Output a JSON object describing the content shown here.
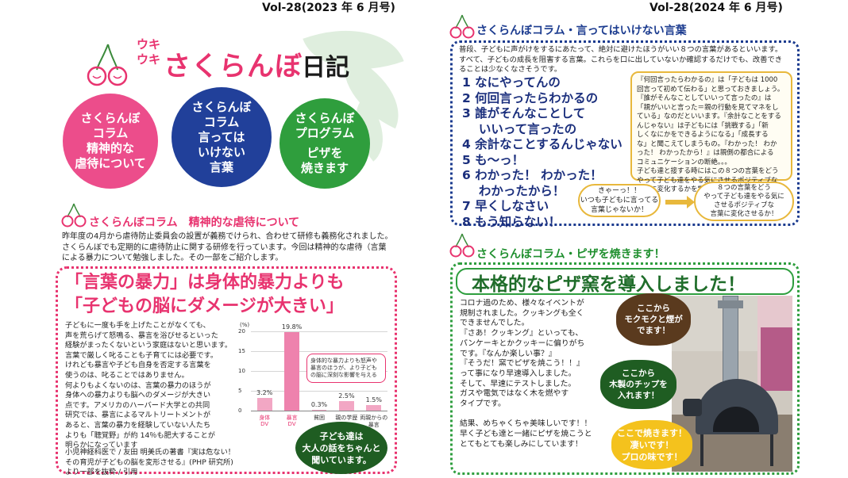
{
  "left": {
    "vol": "Vol-28(2023 年 6 月号)",
    "logo": {
      "small_1": "ウキ",
      "small_2": "ウキ",
      "main": "さくらんぼ",
      "kanji": "日記"
    },
    "circles": [
      {
        "lines": [
          "さくらんぼ",
          "コラム",
          "精神的な",
          "虐待について"
        ],
        "color": "#ec4d8b"
      },
      {
        "lines": [
          "さくらんぼ",
          "コラム",
          "言っては",
          "いけない",
          "言葉"
        ],
        "color": "#21409a"
      },
      {
        "lines": [
          "さくらんぼ",
          "プログラム",
          "",
          "ピザを",
          "焼きます"
        ],
        "color": "#2f9e3d"
      }
    ],
    "section_title": "さくらんぼコラム　精神的な虐待について",
    "intro": [
      "昨年度の4月から虐待防止委員会の設置が義務でけられ、合わせて研修も義務化されました。",
      "さくらんぼでも定期的に虐待防止に関する研修を行っています。今回は精神的な虐待（言葉",
      "による暴力について勉強しました。その一部をご紹介します。"
    ],
    "headline": [
      "「言葉の暴力」は身体的暴力よりも",
      "「子どもの脳にダメージが大きい」"
    ],
    "article": [
      "子どもに一度も手を上げたことがなくても、",
      "声を荒らげて怒鳴る、暴言を浴びせるといった",
      "経験がまったくないという家庭はないと思います。",
      "言葉で厳しく叱ることも子育てには必要です。",
      "けれども暴言や子ども自身を否定する言葉を",
      "使うのは、叱ることではありません。",
      "何よりもよくないのは、言葉の暴力のほうが",
      "身体への暴力よりも脳へのダメージが大きい",
      "点です。アメリカのハーバード大学との共同",
      "研究では、暴言によるマルトリートメントが",
      "あると、言葉の暴力を経験していない人たち",
      "よりも「聴覚野」が約 14％も肥大することが",
      "明らかになっています"
    ],
    "source": [
      "小児神経科医で / 友田 明美氏の著書『実は危ない！",
      "その育児が子どもの脳を変形させる』(PHP 研究所)",
      "より一部を抜粋 / 引用"
    ],
    "speech": [
      "子ども達は",
      "大人の話をちゃんと",
      "聞いています。"
    ],
    "chart_note": [
      "身体的な暴力よりも怒声や",
      "暴言のほうが、より子ども",
      "の脳に深刻な影響を与える"
    ]
  },
  "chart_data": {
    "type": "bar",
    "categories": [
      "身体DV",
      "暴言DV",
      "貧困",
      "親の学歴",
      "両親からの暴言"
    ],
    "category_lines": [
      [
        "身体",
        "DV"
      ],
      [
        "暴言",
        "DV"
      ],
      [
        "貧困"
      ],
      [
        "親の学歴"
      ],
      [
        "両親からの",
        "暴言"
      ]
    ],
    "values": [
      3.2,
      19.8,
      0.3,
      2.5,
      1.5
    ],
    "value_labels": [
      "3.2%",
      "19.8%",
      "0.3%",
      "2.5%",
      "1.5%"
    ],
    "ylabel": "(%)",
    "yticks": [
      "20",
      "15",
      "10",
      "5",
      "0"
    ],
    "ylim": [
      0,
      20
    ]
  },
  "right": {
    "vol": "Vol-28(2024 年 6 月号)",
    "section_title": "さくらんぼコラム・言ってはいけない言葉",
    "intro": [
      "普段、子どもに声がけをするにあたって、絶対に避けたほうがいい８つの言葉があるといいます。",
      "すべて、子どもの成長を阻害する言葉。これらを口に出していないか確認するだけでも、改善でき",
      "ることは少なくなさそうです。"
    ],
    "ng_list": [
      "1 なにやってんの",
      "2 何回言ったらわかるの",
      "3 誰がそんなことして",
      "　 いいって言ったの",
      "4 余計なことするんじゃない",
      "5 も〜っ！",
      "6 わかった！ わかった！",
      "　 わかったから！",
      "7 早くしなさい",
      "8 もう知らない！"
    ],
    "note": [
      "『何回言ったらわかるの』は「子どもは 1000",
      "回言って初めて伝わる」と思っておきましょう。",
      "『誰がそんなことしていいって言ったの』は",
      "「親がいいと言った＝親の行動を見てマネをし",
      "ている」なのだといいます。『余計なことをする",
      "んじゃない』は子どもには「挑戦する」「新",
      "しくなにかをできるようになる」「成長する",
      "な」と聞こえてしまうもの。『わかった！ わか",
      "った！ わかったから！』は親側の都合による",
      "コミュニケーションの断絶。。。",
      "子ども達と接する時にはこの８つの言葉をどう",
      "やって子ども達をやる気にさせるポジティブな",
      "言葉に変化するかを常に注意していきましょう。"
    ],
    "pill1": [
      "きゃーっ！！",
      "いつも子どもに言ってる",
      "言葉じゃないか！"
    ],
    "pill2": [
      "８つの言葉をどう",
      "やって子ども達をやる気に",
      "させるポジティブな",
      "言葉に変化させるか！"
    ],
    "pizza_section": "さくらんぼコラム・ピザを焼きます！",
    "pizza_title": "本格的なピザ窯を導入しました！",
    "pizza_text": [
      "コロナ過のため、様々なイベントが",
      "規制されました。クッキングも全く",
      "できませんでした。",
      "『さあ！クッキング』といっても、",
      "パンケーキとかクッキーに偏りがち",
      "です。『なんか楽しい事？』",
      "『そうだ！窯でピザを焼こう！！』",
      "って事になり早速導入しました。",
      "そして、早速にテストしました。",
      "ガスや電気ではなく木を燃やす",
      "タイプです。",
      "",
      "結果、めちゃくちゃ美味しいです！！",
      "早く子ども達と一緒にピザを焼こうと",
      "とてもとても楽しみにしています！"
    ],
    "bubbles": {
      "smoke": [
        "ここから",
        "モクモクと煙が",
        "でます！"
      ],
      "chips": [
        "ここから",
        "木製のチップを",
        "入れます！"
      ],
      "bake": [
        "ここで焼きます！",
        "凄いです！",
        "プロの味です！"
      ]
    }
  },
  "colors": {
    "pink": "#e8336f",
    "navy": "#1b3b8f",
    "green": "#2e9e3e",
    "gold": "#e8b83c",
    "brown": "#5a3a1e"
  }
}
